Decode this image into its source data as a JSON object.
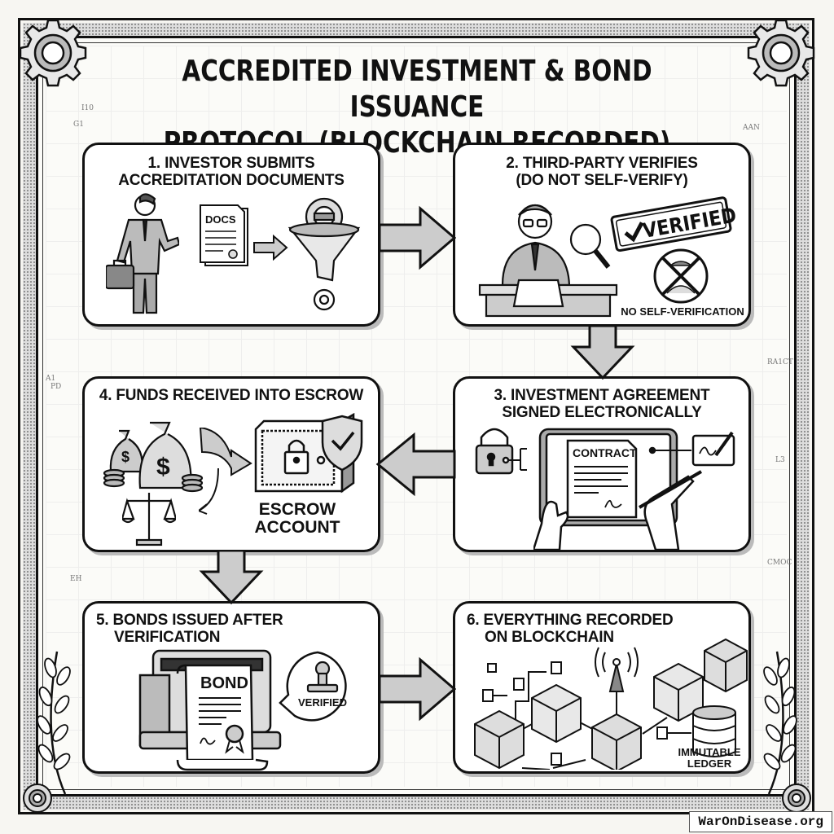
{
  "title": {
    "line1": "ACCREDITED INVESTMENT & BOND ISSUANCE",
    "line2": "PROTOCOL (BLOCKCHAIN RECORDED)"
  },
  "steps": [
    {
      "number": 1,
      "title_line1": "1. INVESTOR SUBMITS",
      "title_line2": "ACCREDITATION DOCUMENTS",
      "document_label": "DOCS"
    },
    {
      "number": 2,
      "title_line1": "2. THIRD-PARTY VERIFIES",
      "title_line2": "(DO NOT SELF-VERIFY)",
      "stamp_label": "VERIFIED",
      "caption": "NO SELF-VERIFICATION"
    },
    {
      "number": 3,
      "title_line1": "3. INVESTMENT AGREEMENT",
      "title_line2": "SIGNED ELECTRONICALLY",
      "document_label": "CONTRACT"
    },
    {
      "number": 4,
      "title_line1": "4. FUNDS RECEIVED INTO ESCROW",
      "caption_line1": "ESCROW",
      "caption_line2": "ACCOUNT",
      "currency_symbol": "$"
    },
    {
      "number": 5,
      "title_line1": "5. BONDS ISSUED AFTER",
      "title_line2": "VERIFICATION",
      "document_label": "BOND",
      "bubble_label": "VERIFIED"
    },
    {
      "number": 6,
      "title_line1": "6. EVERYTHING RECORDED",
      "title_line2": "ON BLOCKCHAIN",
      "caption_line1": "IMMUTABLE",
      "caption_line2": "LEDGER"
    }
  ],
  "flow": [
    "1 → 2",
    "2 → 3",
    "3 → 4",
    "4 → 5",
    "5 → 6"
  ],
  "margin_notes": {
    "top_left_a": "I10",
    "top_left_b": "G1",
    "top_right": "AAN",
    "mid_left_a": "A1",
    "mid_left_b": "PD",
    "bottom_left": "EH",
    "mid_right_a": "RA1CT",
    "mid_right_b": "L3",
    "mid_right_c": "CMOC"
  },
  "watermark": "WarOnDisease.org",
  "colors": {
    "ink": "#111111",
    "paper": "#fbfbf8",
    "halftone": "#777777"
  }
}
